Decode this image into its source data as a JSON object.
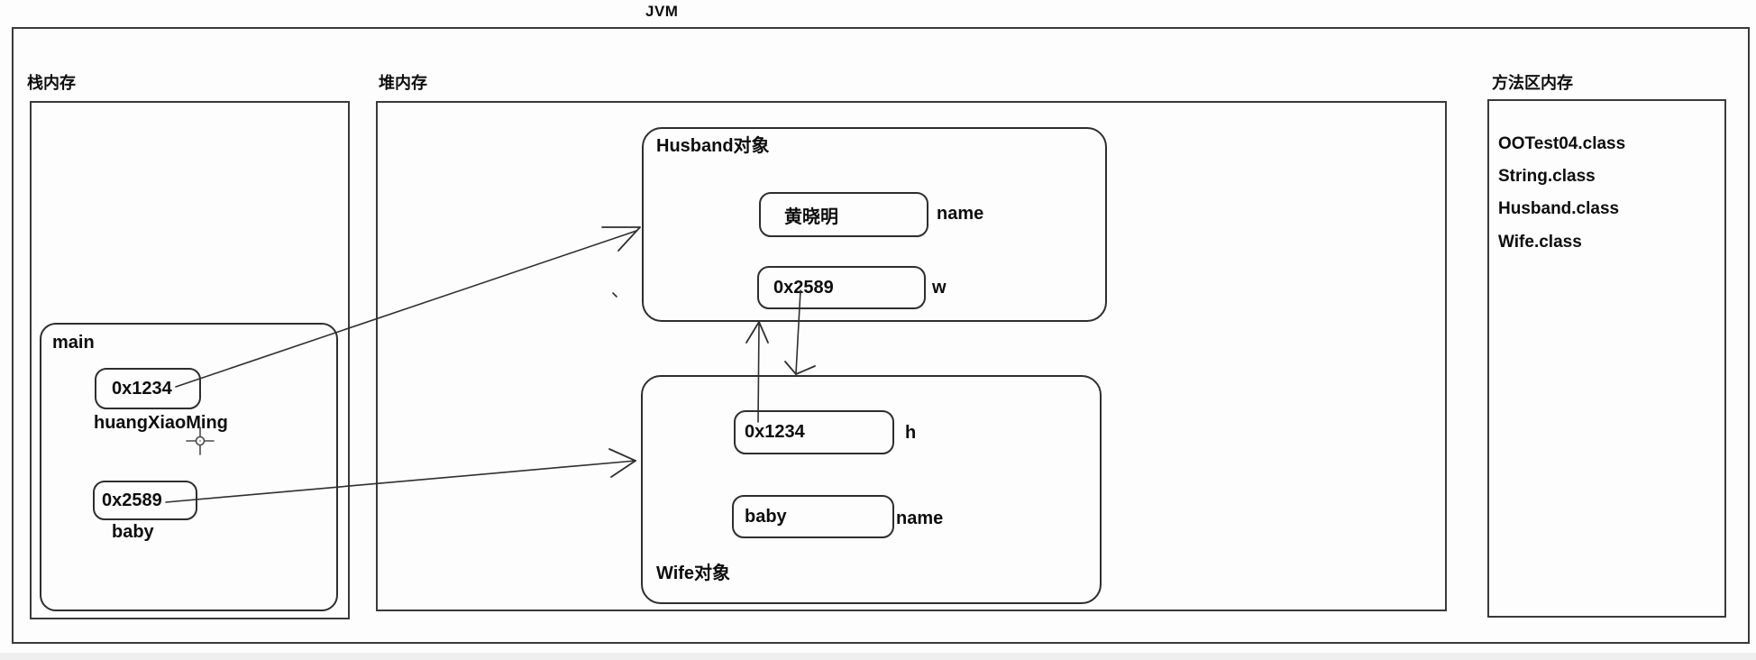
{
  "title": "JVM",
  "stack": {
    "label": "栈内存",
    "frame": {
      "label": "main",
      "vars": [
        {
          "value": "0x1234",
          "name": "huangXiaoMing"
        },
        {
          "value": "0x2589",
          "name": "baby"
        }
      ]
    }
  },
  "heap": {
    "label": "堆内存",
    "husband": {
      "title": "Husband对象",
      "fields": [
        {
          "value": "黄晓明",
          "label": "name"
        },
        {
          "value": "0x2589",
          "label": "w"
        }
      ]
    },
    "wife": {
      "title": "Wife对象",
      "fields": [
        {
          "value": "0x1234",
          "label": "h"
        },
        {
          "value": "baby",
          "label": "name"
        }
      ]
    }
  },
  "method_area": {
    "label": "方法区内存",
    "classes": [
      "OOTest04.class",
      "String.class",
      "Husband.class",
      "Wife.class"
    ]
  },
  "references": [
    {
      "from": "main.huangXiaoMing",
      "to": "Husband对象"
    },
    {
      "from": "main.baby",
      "to": "Wife对象"
    },
    {
      "from": "Wife.h",
      "to": "Husband对象"
    },
    {
      "from": "Husband.w",
      "to": "Wife对象"
    }
  ],
  "colors": {
    "line": "#2f2f2f",
    "text": "#0d0d0d",
    "background": "#fdfdfd"
  }
}
